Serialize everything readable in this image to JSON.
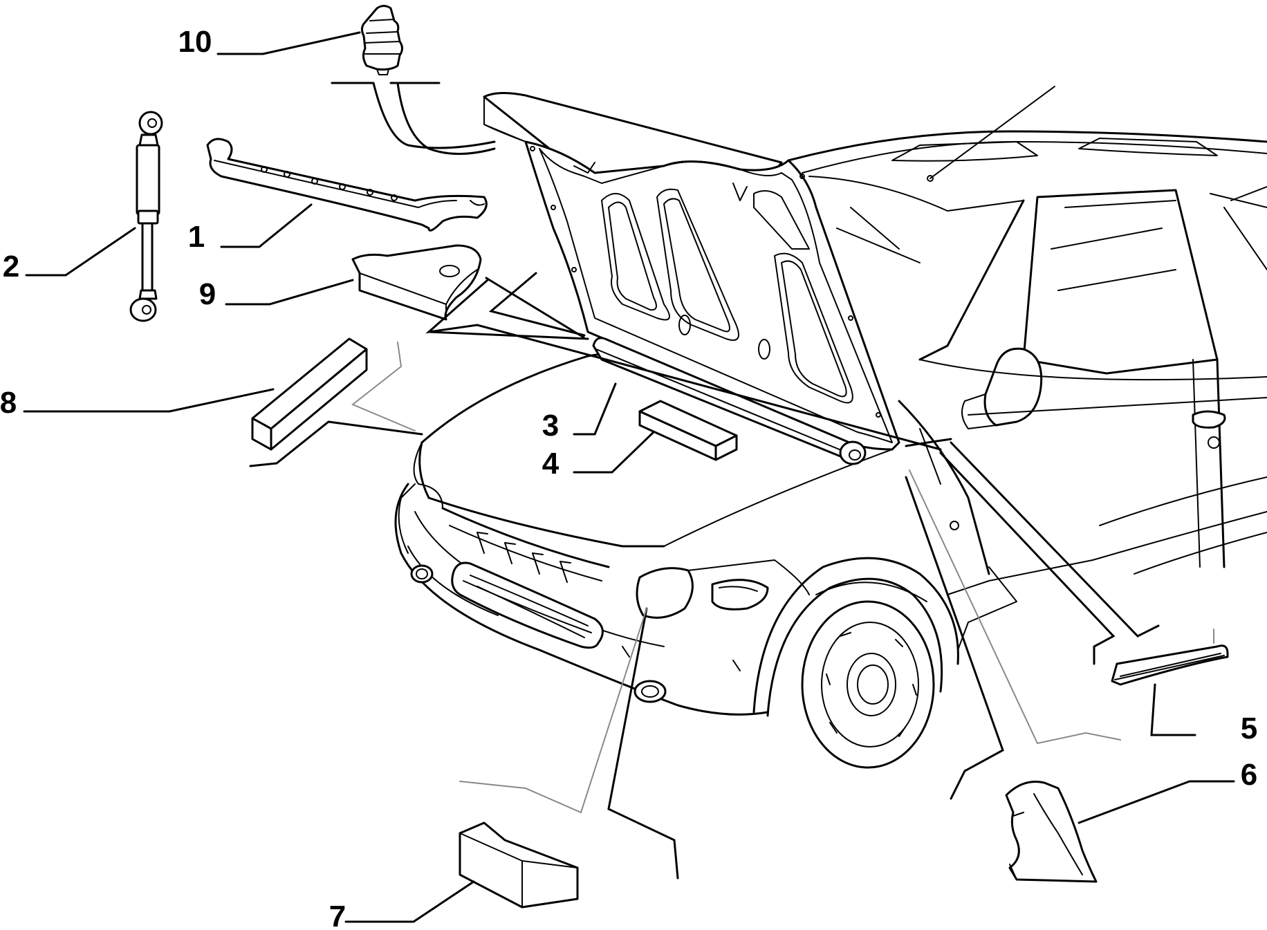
{
  "diagram": {
    "callouts": [
      "1",
      "2",
      "3",
      "4",
      "5",
      "6",
      "7",
      "8",
      "9",
      "10"
    ]
  },
  "colors": {
    "line": "#000000",
    "guide": "#888888",
    "background": "#ffffff"
  }
}
